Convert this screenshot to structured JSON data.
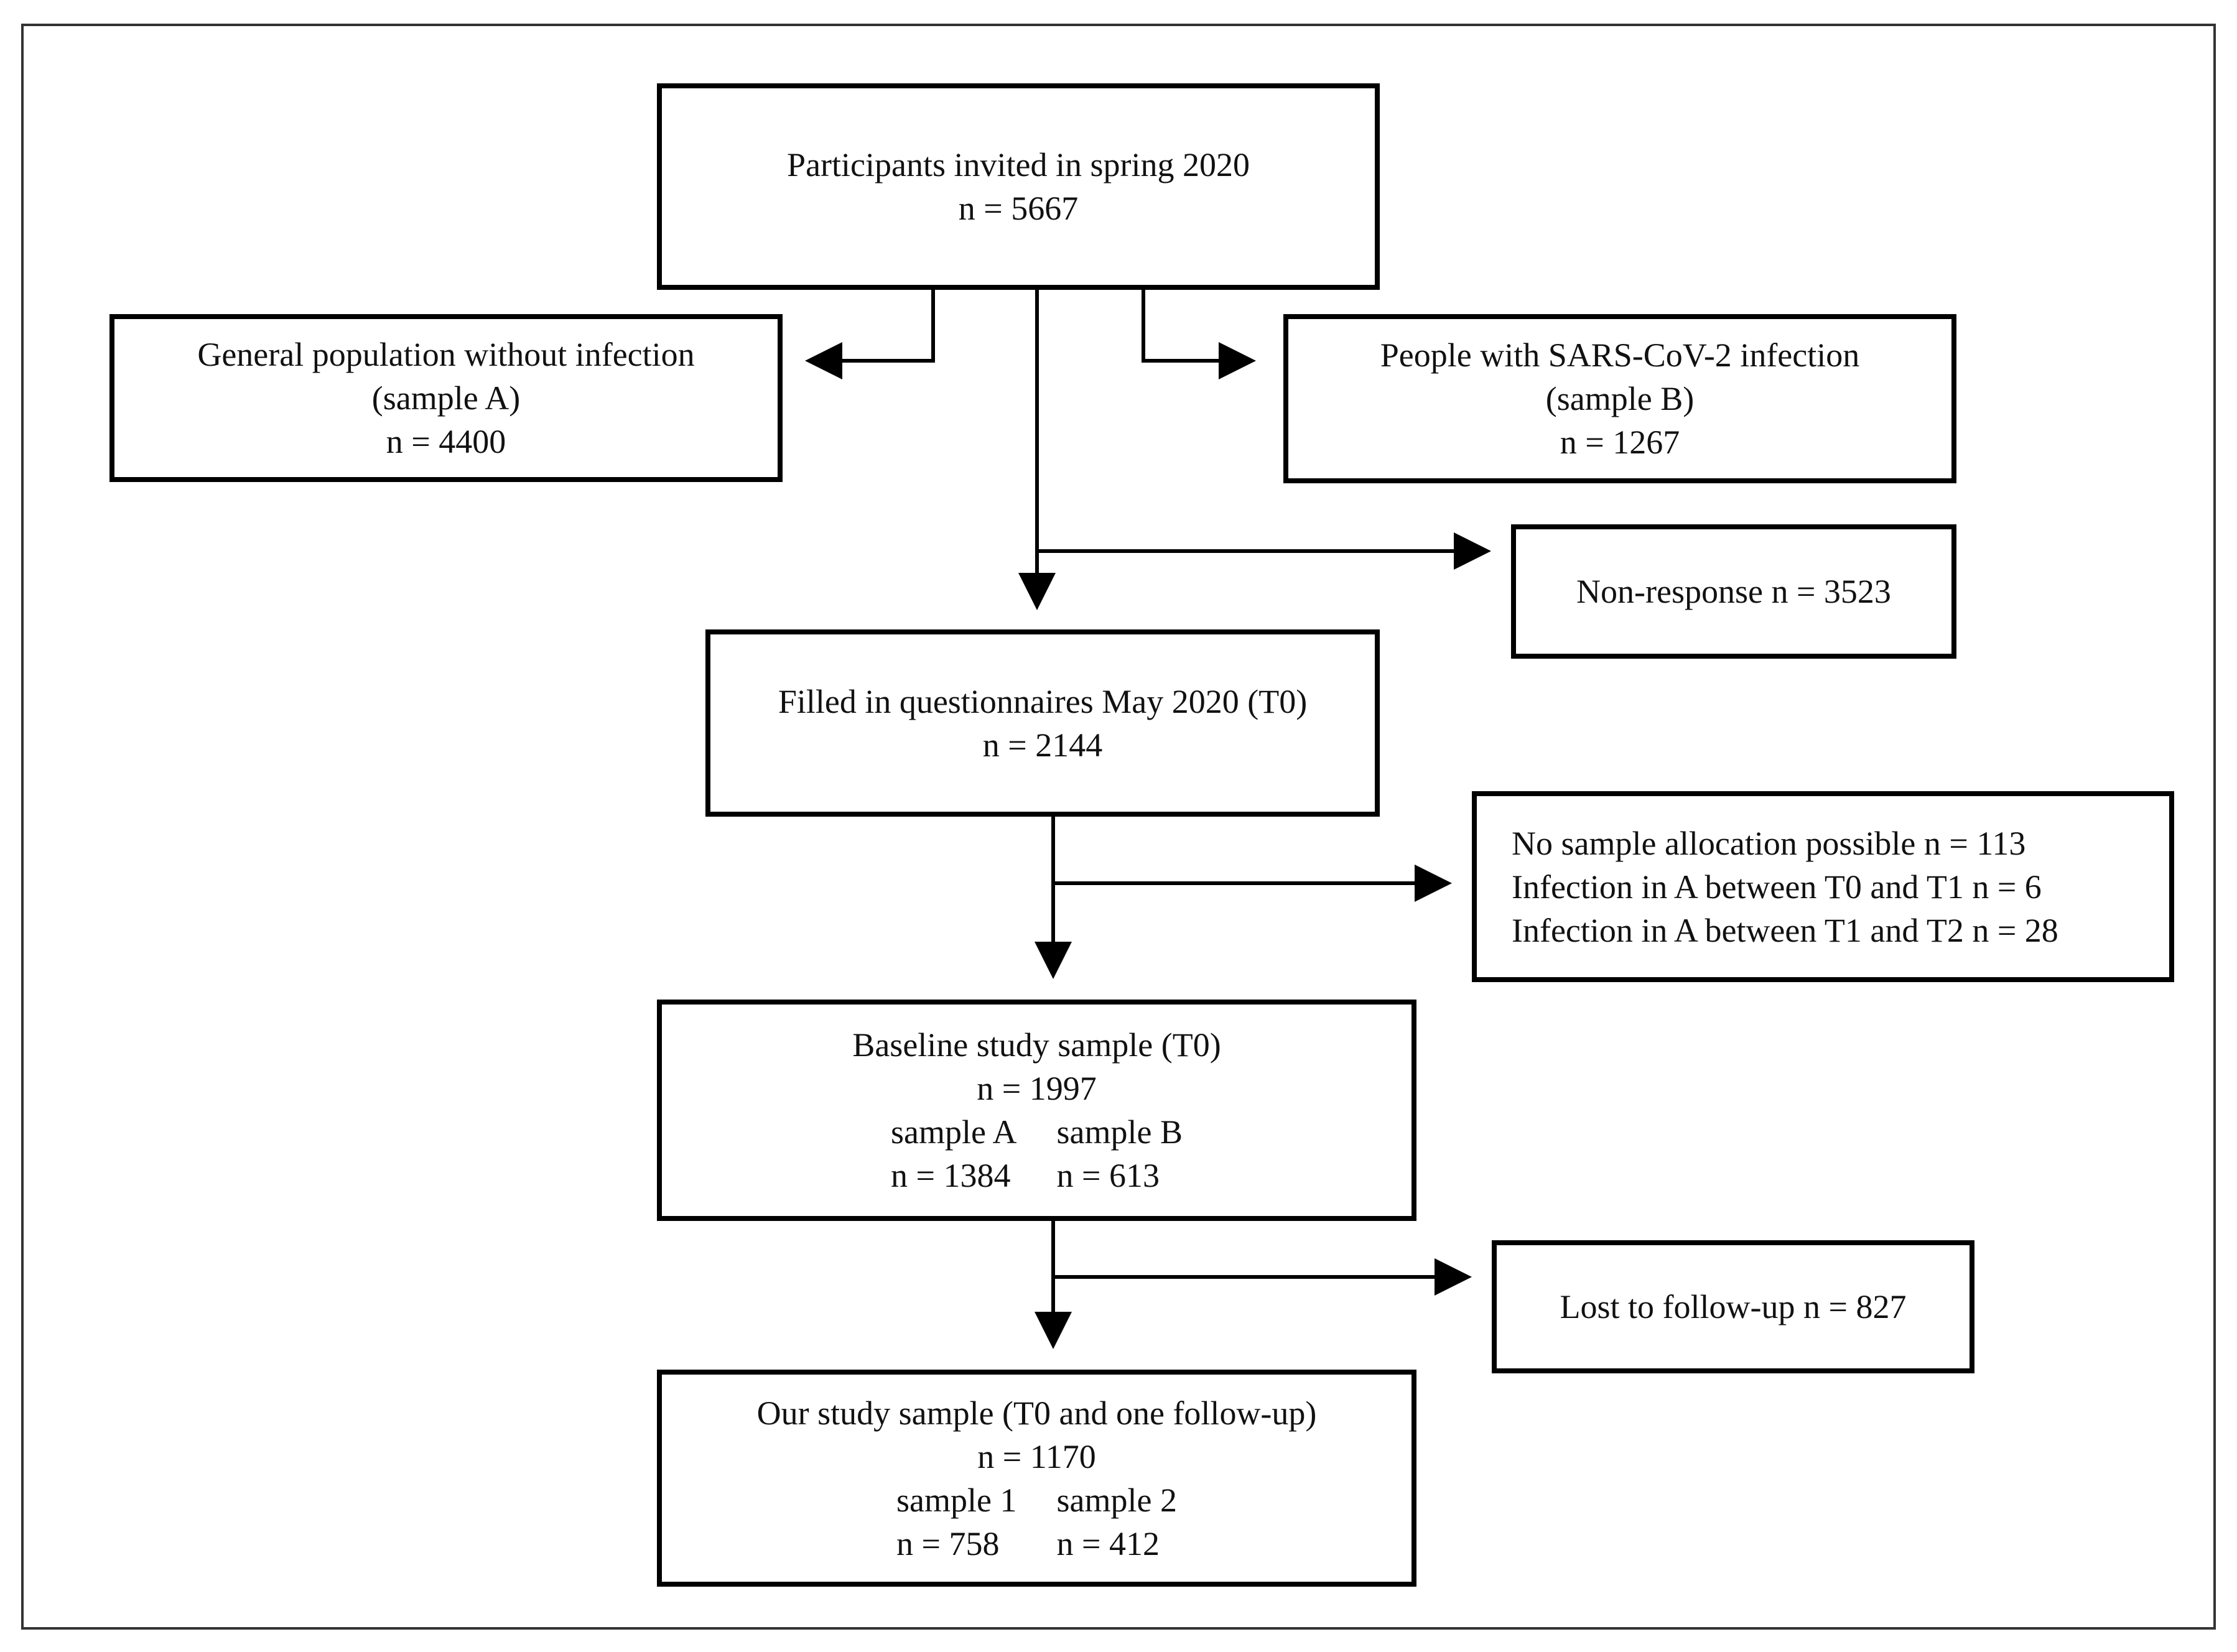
{
  "flowchart": {
    "invited": {
      "lines": [
        "Participants invited in spring 2020",
        "n = 5667"
      ]
    },
    "sample_a": {
      "lines": [
        "General population without infection",
        "(sample A)",
        "n = 4400"
      ]
    },
    "sample_b": {
      "lines": [
        "People with SARS-CoV-2 infection",
        "(sample B)",
        "n = 1267"
      ]
    },
    "non_response": {
      "lines": [
        "Non-response n = 3523"
      ]
    },
    "filled": {
      "lines": [
        "Filled in questionnaires May 2020 (T0)",
        "n = 2144"
      ]
    },
    "excluded": {
      "lines": [
        "No sample allocation possible n = 113",
        "Infection in A between T0 and T1 n = 6",
        "Infection in A between T1 and T2 n = 28"
      ]
    },
    "baseline": {
      "title": "Baseline study sample (T0)",
      "total": "n = 1997",
      "col_a": {
        "label": "sample A",
        "n": "n = 1384"
      },
      "col_b": {
        "label": "sample B",
        "n": "n = 613"
      }
    },
    "lost": {
      "lines": [
        "Lost to follow-up n = 827"
      ]
    },
    "final": {
      "title": "Our study sample (T0 and one follow-up)",
      "total": "n = 1170",
      "col_a": {
        "label": "sample 1",
        "n": "n = 758"
      },
      "col_b": {
        "label": "sample 2",
        "n": "n = 412"
      }
    }
  },
  "colors": {
    "stroke": "#000000",
    "frame": "#333333",
    "background": "#ffffff"
  }
}
